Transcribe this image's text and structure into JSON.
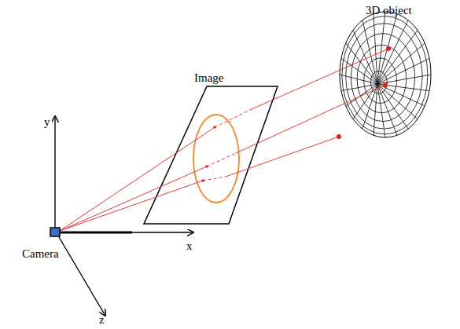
{
  "diagram": {
    "labels": [
      "3D object",
      "Image",
      "y",
      "x",
      "Camera",
      "z"
    ]
  }
}
